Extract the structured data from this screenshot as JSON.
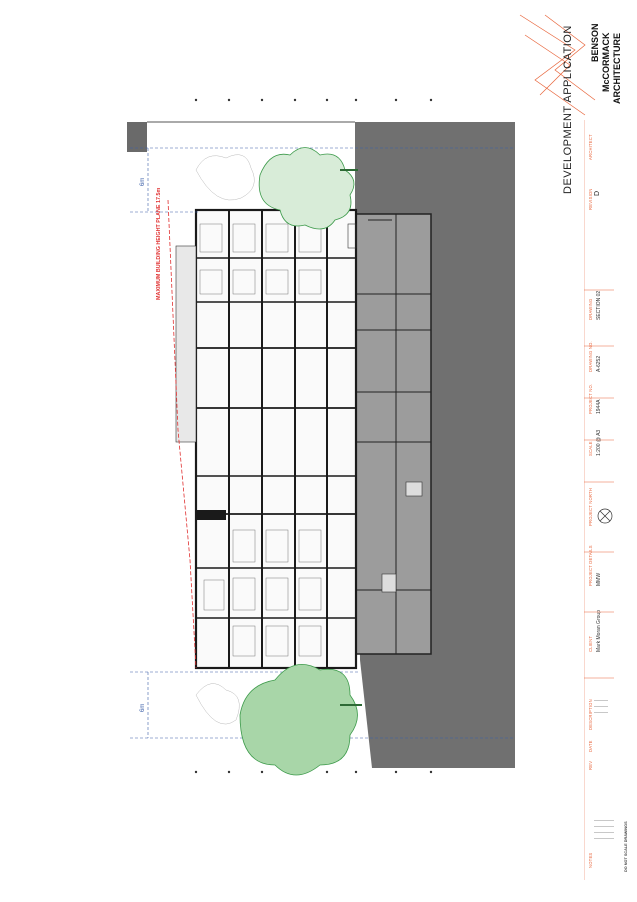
{
  "title_block": {
    "application": "DEVELOPMENT APPLICATION",
    "firm_line1": "BENSON",
    "firm_line2": "McCORMACK",
    "firm_line3": "ARCHITECTURE",
    "architect_label": "ARCHITECT",
    "revision_label": "REVISION",
    "revision_value": "D",
    "drawing_label": "DRAWING",
    "drawing_value": "SECTION 02",
    "drawing_no_label": "DRAWING NO.",
    "drawing_no_value": "A-6252",
    "project_no_label": "PROJECT NO.",
    "project_no_value": "1944A",
    "scale_label": "SCALE",
    "scale_value": "1:200 @ A3",
    "north_label": "PROJECT NORTH",
    "details_label": "PROJECT DETAILS",
    "details_value": "MMW",
    "client_label": "CLIENT",
    "client_value": "Mark Moran Group",
    "description_label": "DESCRIPTION",
    "date_label": "DATE",
    "rev_label": "REV",
    "notes_label": "NOTES",
    "do_not_scale": "DO NOT SCALE DRAWINGS"
  },
  "annotations": {
    "height_plane": "MAXIMUM BUILDING HEIGHT PLANE 17.5m",
    "setback_top": "6m",
    "setback_bottom": "6m"
  },
  "colors": {
    "accent": "#e8643a",
    "ground": "#6f6f6f",
    "basement": "#9a9a9a",
    "tree": "#5aa05a",
    "dim": "#3b5fa8",
    "height_line": "#e03030"
  }
}
